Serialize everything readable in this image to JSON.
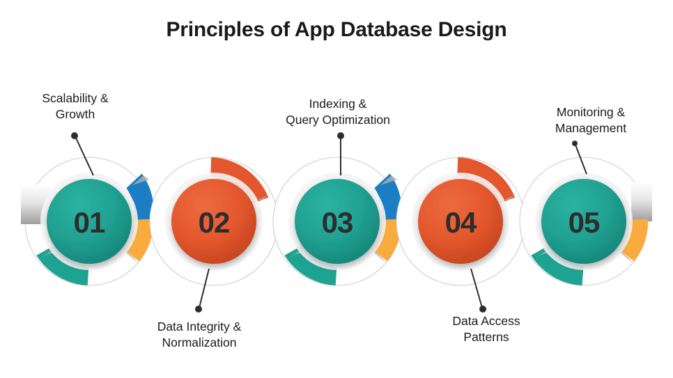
{
  "header": {
    "title": "Principles of App Database Design"
  },
  "palette": {
    "teal": "#20a091",
    "teal_dark": "#17897c",
    "orange": "#e4572e",
    "orange_dark": "#cf4620",
    "blue": "#1b7ec4",
    "amber": "#f9ab3d",
    "ring_track": "#ffffff",
    "ring_outline": "#cfcfcf",
    "shadow_gray": "#b5b5b5",
    "text_dark": "#1a1a1a",
    "number_color": "#2d2d2d",
    "background": "#ffffff"
  },
  "steps": [
    {
      "number": "01",
      "label": "Scalability &\nGrowth",
      "circle_color": "teal",
      "label_position": "top",
      "arcs": [
        "teal-bottom-left",
        "blue-right-upper",
        "amber-right-lower",
        "gray-ribbon-left"
      ]
    },
    {
      "number": "02",
      "label": "Data Integrity &\nNormalization",
      "circle_color": "orange",
      "label_position": "bottom",
      "arcs": [
        "orange-top-right"
      ]
    },
    {
      "number": "03",
      "label": "Indexing &\nQuery Optimization",
      "circle_color": "teal",
      "label_position": "top",
      "arcs": [
        "teal-bottom-left",
        "blue-right-upper",
        "amber-right-lower"
      ]
    },
    {
      "number": "04",
      "label": "Data Access\nPatterns",
      "circle_color": "orange",
      "label_position": "bottom",
      "arcs": [
        "orange-top-right"
      ]
    },
    {
      "number": "05",
      "label": "Monitoring &\nManagement",
      "circle_color": "teal",
      "label_position": "top",
      "arcs": [
        "teal-bottom-left",
        "amber-right",
        "gray-ribbon-right"
      ]
    }
  ]
}
